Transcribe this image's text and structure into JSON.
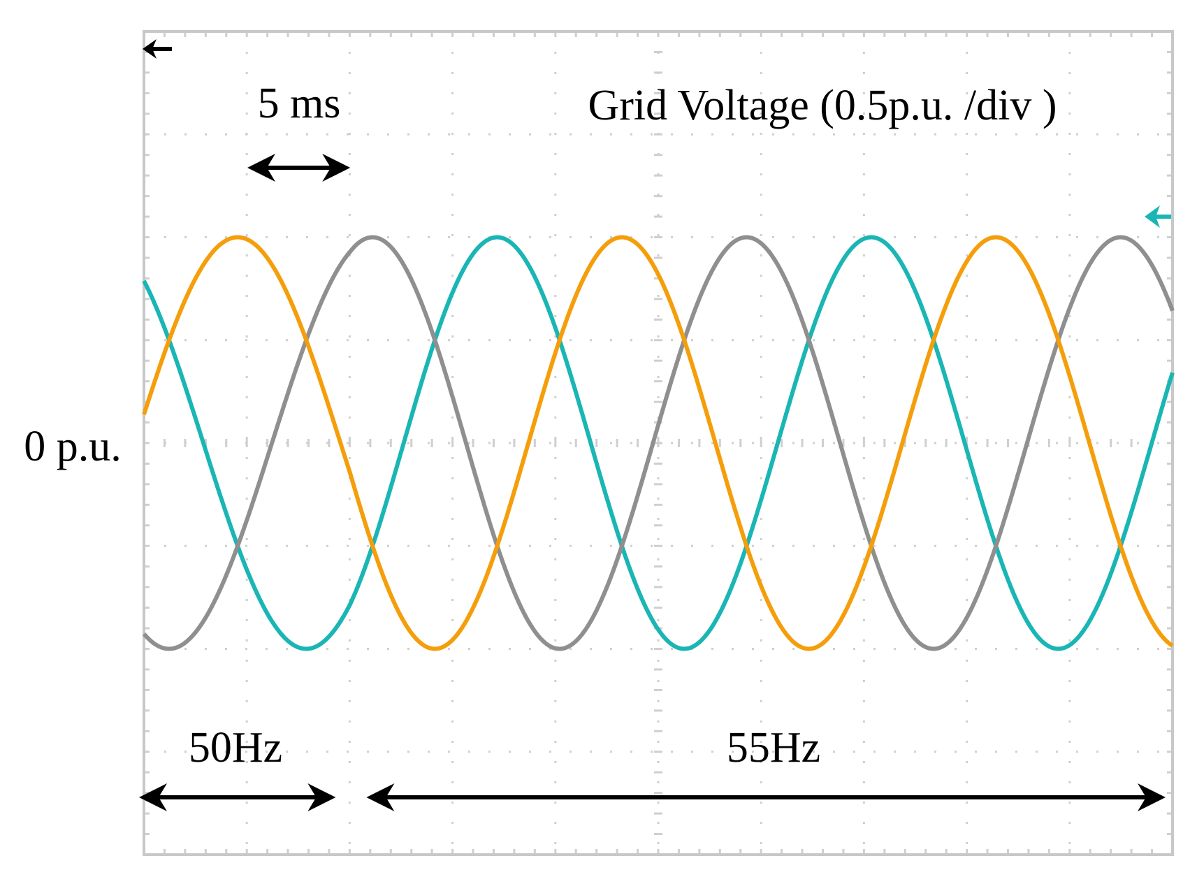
{
  "chart_data": {
    "type": "line",
    "title": "Grid Voltage (0.5p.u. /div )",
    "scale_label": "5 ms",
    "zero_label": "0 p.u.",
    "x_unit": "ms",
    "y_unit": "p.u.",
    "xlim": [
      0,
      50
    ],
    "ylim": [
      -2,
      2
    ],
    "x_div": 5,
    "y_div": 0.5,
    "grid": true,
    "segments": [
      {
        "label": "50Hz",
        "frequency_hz": 50,
        "x_start": 0,
        "x_end": 10
      },
      {
        "label": "55Hz",
        "frequency_hz": 55,
        "x_start": 10,
        "x_end": 50
      }
    ],
    "series": [
      {
        "color": "#1AB5B5",
        "amplitude": 1.0,
        "phase_deg": 128
      },
      {
        "color": "#8F8F8F",
        "amplitude": 1.0,
        "phase_deg": 248
      },
      {
        "color": "#F59E0B",
        "amplitude": 1.0,
        "phase_deg": 8
      }
    ],
    "markers": {
      "trigger_color": "#000000",
      "channel_color": "#1AB5B5"
    }
  }
}
